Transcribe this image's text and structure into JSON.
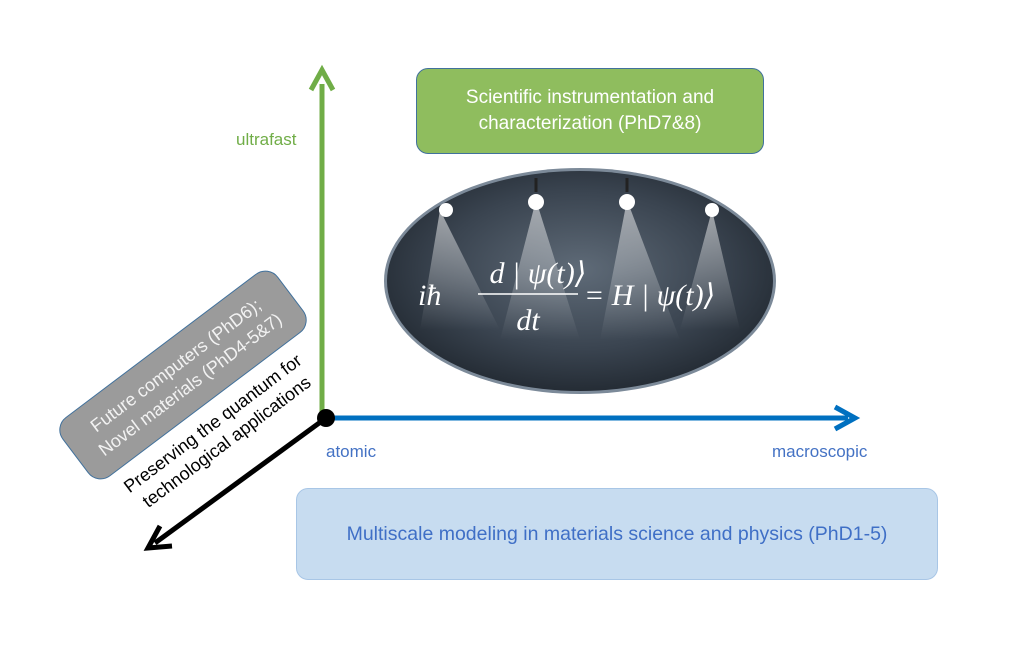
{
  "boxes": {
    "instrumentation": {
      "line1": "Scientific instrumentation and",
      "line2": "characterization (PhD7&8)"
    },
    "modeling": {
      "text": "Multiscale modeling in materials science and physics (PhD1-5)"
    },
    "computers": {
      "line1": "Future computers (PhD6);",
      "line2": "Novel materials (PhD4-5&7)"
    }
  },
  "axes": {
    "vertical_label": "ultrafast",
    "horizontal_start_label": "atomic",
    "horizontal_end_label": "macroscopic",
    "diagonal_label_line1": "Preserving the quantum for",
    "diagonal_label_line2": "technological applications"
  },
  "equation": {
    "prefix": "iħ",
    "numerator": "d | ψ(t)⟩",
    "denominator": "dt",
    "rhs": "= H | ψ(t)⟩"
  },
  "colors": {
    "green": "#70ad47",
    "blue": "#0070c0",
    "black": "#000000",
    "axis_text_blue": "#4472c4"
  }
}
